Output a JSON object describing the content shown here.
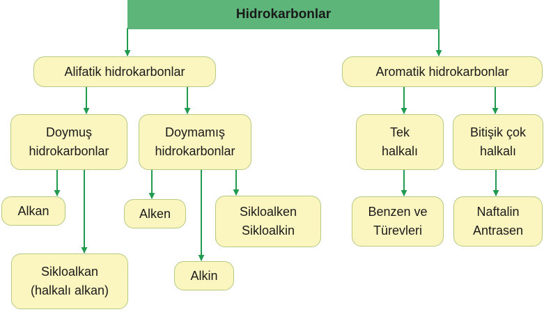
{
  "root": {
    "label": "Hidrokarbonlar"
  },
  "aliphatic": {
    "label": "Alifatik hidrokarbonlar"
  },
  "aromatic": {
    "label": "Aromatik hidrokarbonlar"
  },
  "saturated": {
    "line1": "Doymuş",
    "line2": "hidrokarbonlar"
  },
  "unsaturated": {
    "line1": "Doymamış",
    "line2": "hidrokarbonlar"
  },
  "single_ring": {
    "line1": "Tek",
    "line2": "halkalı"
  },
  "fused_ring": {
    "line1": "Bitişik çok",
    "line2": "halkalı"
  },
  "alkane": {
    "label": "Alkan"
  },
  "cycloalkane": {
    "line1": "Sikloalkan",
    "line2": "(halkalı alkan)"
  },
  "alkene": {
    "label": "Alken"
  },
  "alkyne": {
    "label": "Alkin"
  },
  "cyclo_unsat": {
    "line1": "Sikloalken",
    "line2": "Sikloalkin"
  },
  "benzene": {
    "line1": "Benzen ve",
    "line2": "Türevleri"
  },
  "naphthalene": {
    "line1": "Naftalin",
    "line2": "Antrasen"
  },
  "colors": {
    "root_fill": "#5db57a",
    "box_fill": "#fbf5c0",
    "box_border": "#b5c980",
    "arrow": "#1f9a4e"
  }
}
